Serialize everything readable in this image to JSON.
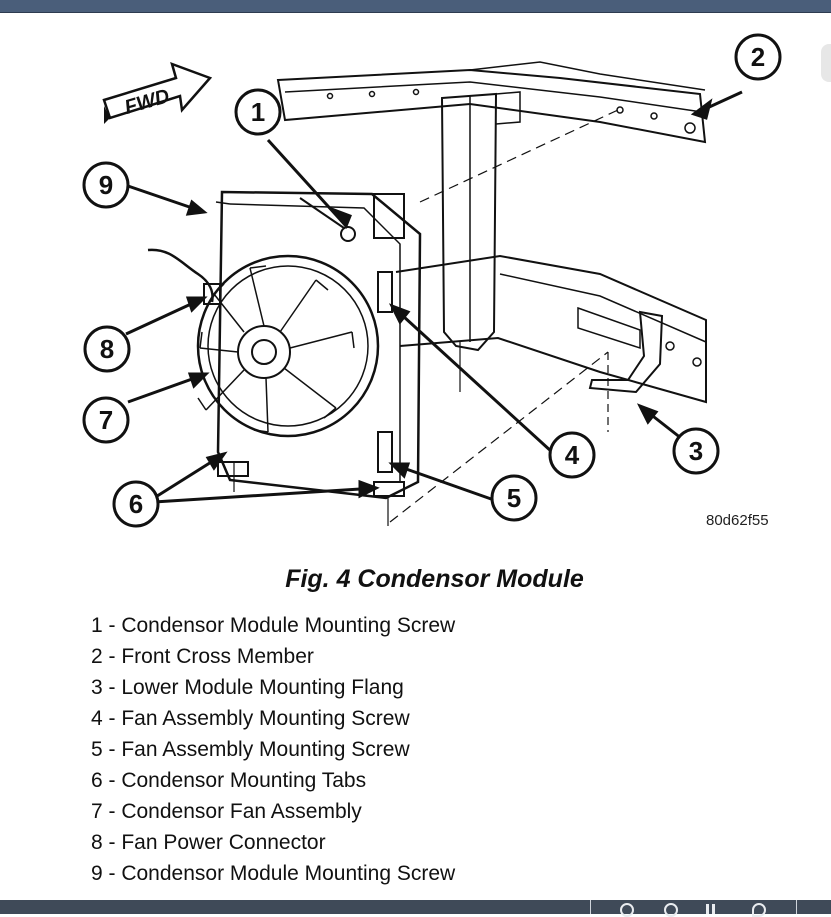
{
  "figure": {
    "fwd_label": "FWD",
    "figure_id": "80d62f55",
    "callouts": [
      "1",
      "2",
      "3",
      "4",
      "5",
      "6",
      "7",
      "8",
      "9"
    ]
  },
  "caption": "Fig. 4 Condensor Module",
  "legend": [
    "1 - Condensor Module Mounting Screw",
    "2 - Front Cross Member",
    "3 - Lower Module Mounting Flang",
    "4 - Fan Assembly Mounting Screw",
    "5 - Fan Assembly Mounting Screw",
    "6 - Condensor Mounting Tabs",
    "7 - Condensor Fan Assembly",
    "8 - Fan Power Connector",
    "9 - Condensor Module Mounting Screw"
  ],
  "colors": {
    "top_bar": "#4a5e7a",
    "bottom_bar": "#3f4a58"
  }
}
